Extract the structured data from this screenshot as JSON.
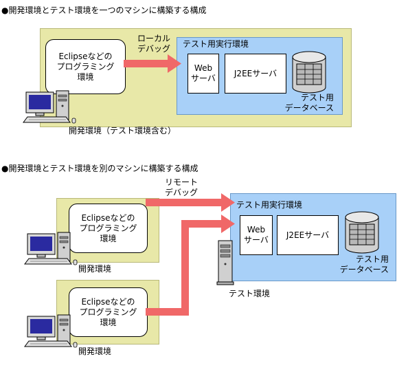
{
  "section1": {
    "heading": "●開発環境とテスト環境を一つのマシンに構築する構成",
    "ide_box": [
      "Eclipseなどの",
      "プログラミング",
      "環境"
    ],
    "arrow_label": [
      "ローカル",
      "デバッグ"
    ],
    "test_env_title": "テスト用実行環境",
    "web_server": [
      "Web",
      "サーバ"
    ],
    "j2ee_server": "J2EEサーバ",
    "database": [
      "テスト用",
      "データベース"
    ],
    "machine_label": "開発環境（テスト環境含む）"
  },
  "section2": {
    "heading": "●開発環境とテスト環境を別のマシンに構築する構成",
    "arrow_label": [
      "リモート",
      "デバッグ"
    ],
    "dev_env_1": {
      "ide_box": [
        "Eclipseなどの",
        "プログラミング",
        "環境"
      ],
      "machine_label": "開発環境"
    },
    "dev_env_2": {
      "ide_box": [
        "Eclipseなどの",
        "プログラミング",
        "環境"
      ],
      "machine_label": "開発環境"
    },
    "test_env_title": "テスト用実行環境",
    "web_server": [
      "Web",
      "サーバ"
    ],
    "j2ee_server": "J2EEサーバ",
    "database": [
      "テスト用",
      "データベース"
    ],
    "server_label": "テスト環境"
  },
  "colors": {
    "arrow": "#f06868",
    "dev_zone": "#e8e8a8",
    "test_zone": "#a8d0f8"
  },
  "icons": [
    "desktop-computer-icon",
    "tower-server-icon",
    "database-cylinder-icon"
  ]
}
